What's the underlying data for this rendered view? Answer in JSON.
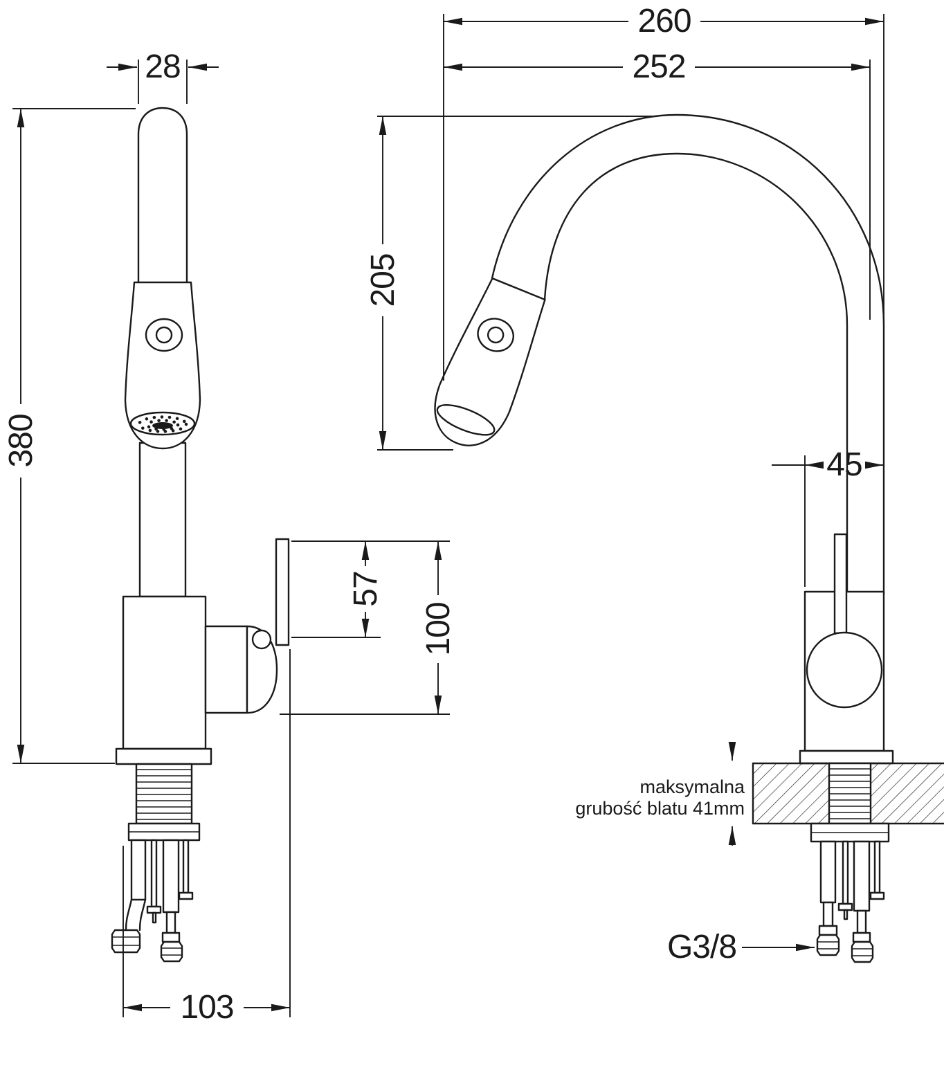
{
  "dimensions": {
    "d28": "28",
    "d380": "380",
    "d57": "57",
    "d100": "100",
    "d103": "103",
    "d260": "260",
    "d252": "252",
    "d205": "205",
    "d45": "45"
  },
  "annotations": {
    "thread_size": "G3/8",
    "countertop_note_line1": "maksymalna",
    "countertop_note_line2": "grubość blatu 41mm"
  },
  "colors": {
    "line": "#1a1a1a",
    "background": "#ffffff"
  }
}
